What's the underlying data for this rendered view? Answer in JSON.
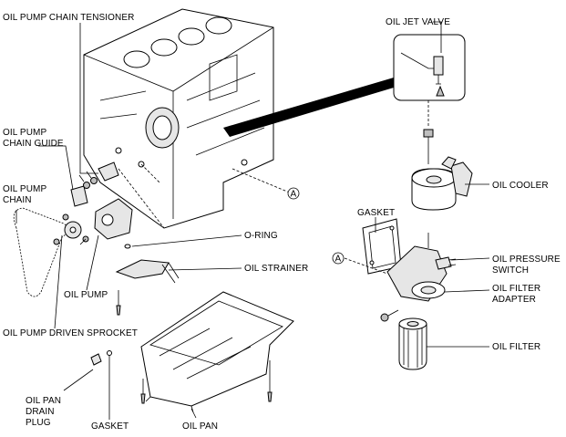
{
  "labels": {
    "oil_pump_chain_tensioner": "OIL PUMP CHAIN TENSIONER",
    "oil_pump_chain_guide_1": "OIL PUMP",
    "oil_pump_chain_guide_2": "CHAIN GUIDE",
    "oil_pump_chain_1": "OIL PUMP",
    "oil_pump_chain_2": "CHAIN",
    "oil_pump": "OIL PUMP",
    "oil_pump_driven_sprocket": "OIL PUMP DRIVEN SPROCKET",
    "oil_pan_drain_plug_1": "OIL PAN",
    "oil_pan_drain_plug_2": "DRAIN",
    "oil_pan_drain_plug_3": "PLUG",
    "gasket_drain": "GASKET",
    "oil_pan": "OIL PAN",
    "o_ring": "O-RING",
    "oil_strainer": "OIL STRAINER",
    "oil_jet_valve": "OIL JET VALVE",
    "oil_cooler": "OIL COOLER",
    "gasket_adapter": "GASKET",
    "oil_pressure_switch_1": "OIL PRESSURE",
    "oil_pressure_switch_2": "SWITCH",
    "oil_filter_adapter_1": "OIL FILTER",
    "oil_filter_adapter_2": "ADAPTER",
    "oil_filter": "OIL FILTER",
    "ref_a_1": "A",
    "ref_a_2": "A"
  }
}
